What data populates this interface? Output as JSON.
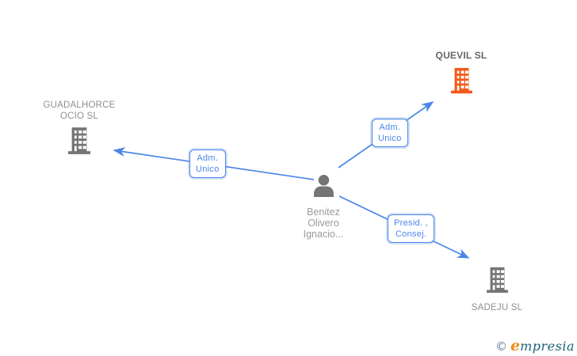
{
  "colors": {
    "edge_blue": "#4a86e8",
    "building_gray": "#757575",
    "building_orange": "#f4581c",
    "company_label_gray": "#8f8f8f",
    "highlight_label_gray": "#666666",
    "watermark_orange": "#ef8b13",
    "watermark_teal": "#1d6078"
  },
  "person": {
    "line1": "Benitez",
    "line2": "Olivero",
    "line3": "Ignacio..."
  },
  "companies": {
    "guadalhorce": {
      "line1": "GUADALHORCE",
      "line2": "OCIO SL"
    },
    "quevil": {
      "name": "QUEVIL SL"
    },
    "sadeju": {
      "name": "SADEJU SL"
    }
  },
  "edges": {
    "to_guadalhorce": {
      "line1": "Adm.",
      "line2": "Unico"
    },
    "to_quevil": {
      "line1": "Adm.",
      "line2": "Unico"
    },
    "to_sadeju": {
      "line1": "Presid. ,",
      "line2": "Consej."
    }
  },
  "watermark": {
    "copyright": "©",
    "brand_initial": "e",
    "brand_rest": "mpresia"
  }
}
